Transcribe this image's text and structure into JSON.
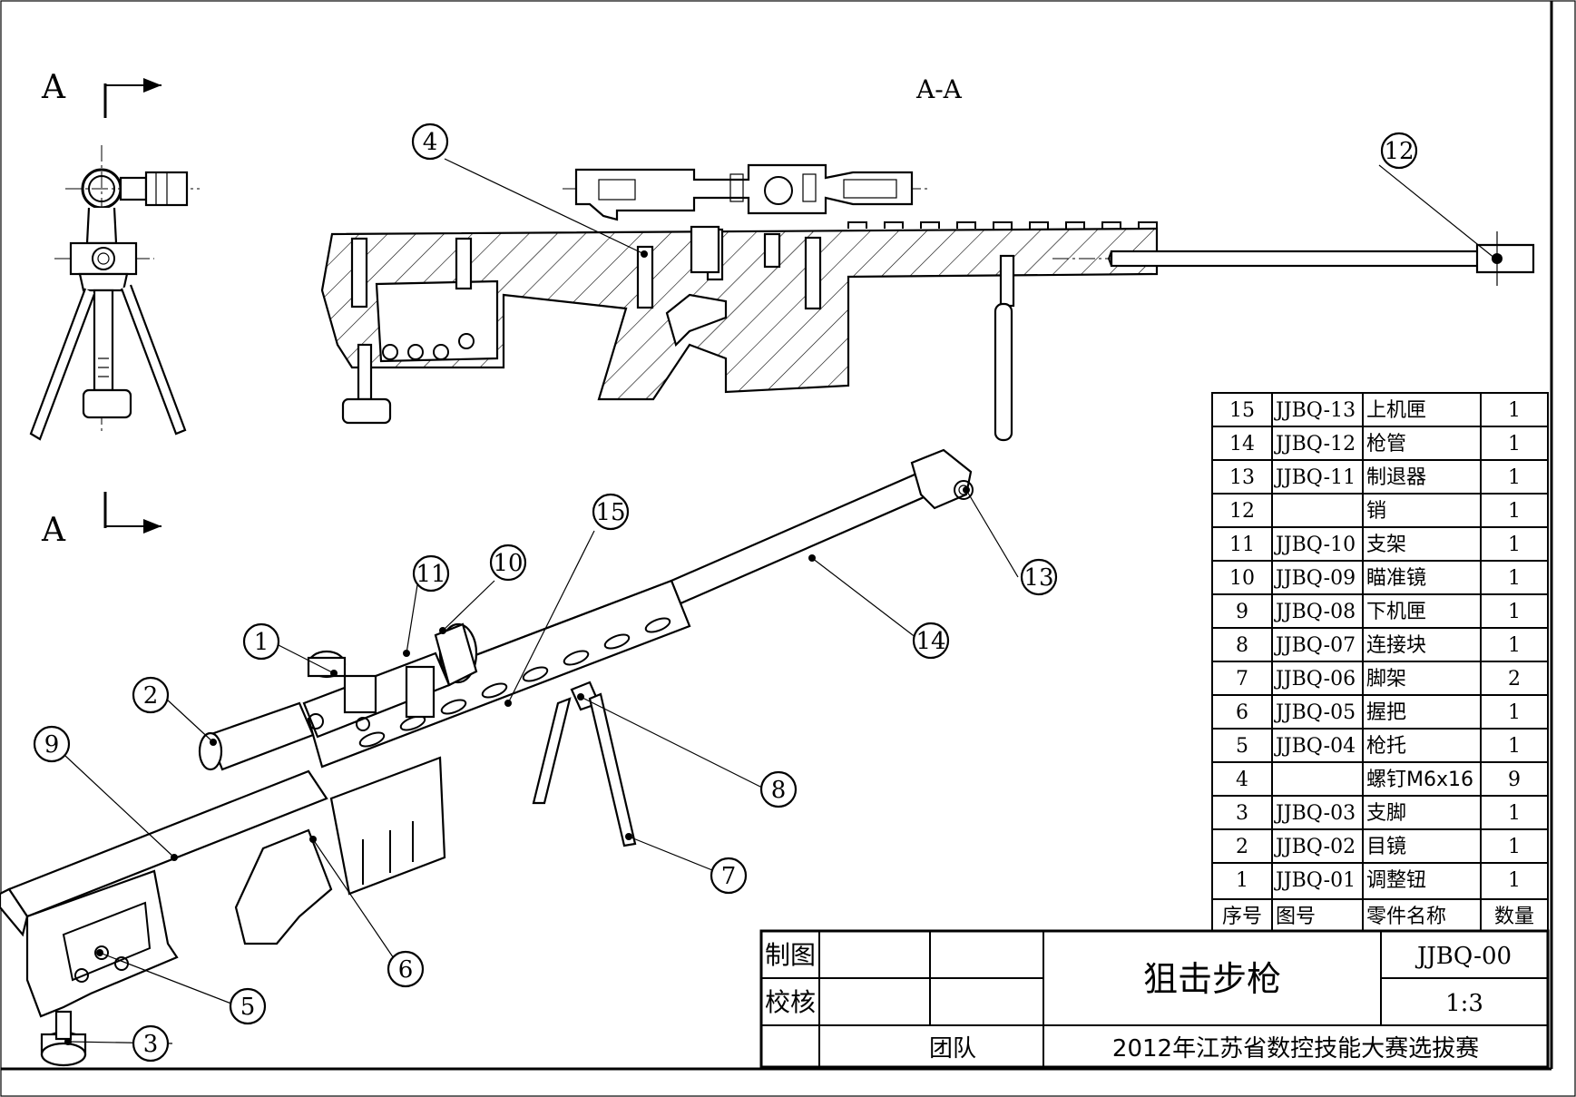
{
  "views": {
    "section_marker_top": "A",
    "section_marker_bottom": "A",
    "section_view_label": "A-A"
  },
  "callouts": [
    "1",
    "2",
    "3",
    "4",
    "5",
    "6",
    "7",
    "8",
    "9",
    "10",
    "11",
    "12",
    "13",
    "14",
    "15"
  ],
  "bom": {
    "header": {
      "no": "序号",
      "code": "图号",
      "name": "零件名称",
      "qty": "数量"
    },
    "rows": [
      {
        "no": "15",
        "code": "JJBQ-13",
        "name": "上机匣",
        "qty": "1"
      },
      {
        "no": "14",
        "code": "JJBQ-12",
        "name": "枪管",
        "qty": "1"
      },
      {
        "no": "13",
        "code": "JJBQ-11",
        "name": "制退器",
        "qty": "1"
      },
      {
        "no": "12",
        "code": "",
        "name": "销",
        "qty": "1"
      },
      {
        "no": "11",
        "code": "JJBQ-10",
        "name": "支架",
        "qty": "1"
      },
      {
        "no": "10",
        "code": "JJBQ-09",
        "name": "瞄准镜",
        "qty": "1"
      },
      {
        "no": "9",
        "code": "JJBQ-08",
        "name": "下机匣",
        "qty": "1"
      },
      {
        "no": "8",
        "code": "JJBQ-07",
        "name": "连接块",
        "qty": "1"
      },
      {
        "no": "7",
        "code": "JJBQ-06",
        "name": "脚架",
        "qty": "2"
      },
      {
        "no": "6",
        "code": "JJBQ-05",
        "name": "握把",
        "qty": "1"
      },
      {
        "no": "5",
        "code": "JJBQ-04",
        "name": "枪托",
        "qty": "1"
      },
      {
        "no": "4",
        "code": "",
        "name": "螺钉M6x16",
        "qty": "9"
      },
      {
        "no": "3",
        "code": "JJBQ-03",
        "name": "支脚",
        "qty": "1"
      },
      {
        "no": "2",
        "code": "JJBQ-02",
        "name": "目镜",
        "qty": "1"
      },
      {
        "no": "1",
        "code": "JJBQ-01",
        "name": "调整钮",
        "qty": "1"
      }
    ]
  },
  "title_block": {
    "drawn_label": "制图",
    "checked_label": "校核",
    "team_label": "团队",
    "title": "狙击步枪",
    "drawing_number": "JJBQ-00",
    "scale": "1:3",
    "competition": "2012年江苏省数控技能大赛选拔赛"
  }
}
